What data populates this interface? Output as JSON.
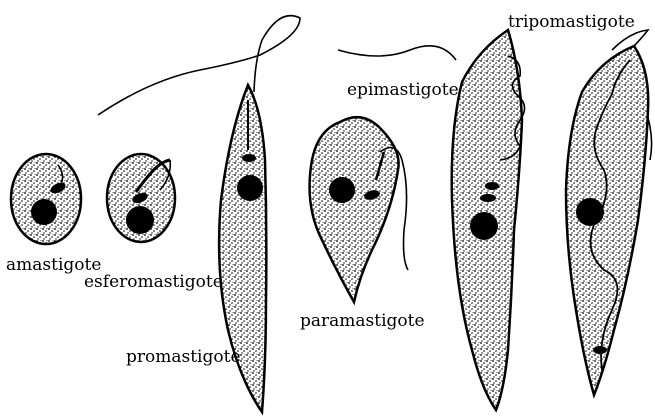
{
  "labels": {
    "amastigote": "amastigote",
    "esferomastigote": "esferomastigote",
    "promastigote": "promastigote",
    "paramastigote": "paramastigote",
    "epimastigote": "epimastigote",
    "tripomastigote": "tripomastigote"
  },
  "colors": {
    "ink": "#000000",
    "body_fill": "#d8d8d8",
    "background": "#ffffff"
  }
}
